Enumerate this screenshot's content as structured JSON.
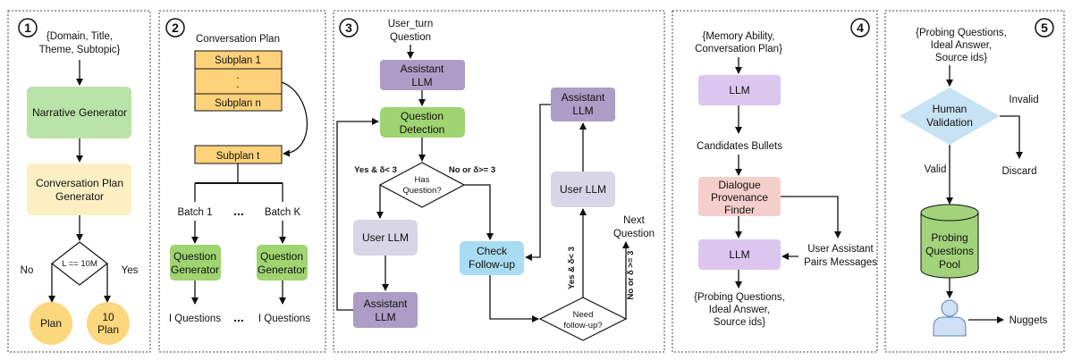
{
  "panels": [
    {
      "number": "1",
      "input_lines": [
        "{Domain, Title,",
        "Theme, Subtopic}"
      ],
      "narrative_generator": [
        "Narrative Generator"
      ],
      "conversation_plan_generator": [
        "Conversation Plan",
        "Generator"
      ],
      "decision": "L == 10M",
      "no_label": "No",
      "yes_label": "Yes",
      "plan": [
        "Plan"
      ],
      "plan10": [
        "10",
        "Plan"
      ]
    },
    {
      "number": "2",
      "title": "Conversation Plan",
      "subplan_1": "Subplan 1",
      "dots": ".",
      "subplan_n": "Subplan n",
      "subplan_t": "Subplan t",
      "batch_1": "Batch 1",
      "batch_dots": "...",
      "batch_k": "Batch K",
      "question_generator": [
        "Question",
        "Generator"
      ],
      "i_questions": "I Questions",
      "bottom_dots": "..."
    },
    {
      "number": "3",
      "input_lines": [
        "User_turn",
        "Question"
      ],
      "assistant_llm": [
        "Assistant",
        "LLM"
      ],
      "question_detection": [
        "Question",
        "Detection"
      ],
      "has_question": [
        "Has",
        "Question?"
      ],
      "yes_label": "Yes & δ< 3",
      "no_label": "No or δ>= 3",
      "user_llm": "User LLM",
      "check_followup": [
        "Check",
        "Follow-up"
      ],
      "need_followup": [
        "Need",
        "follow-up?"
      ],
      "next_question": [
        "Next",
        "Question"
      ],
      "right_yes_label": "Yes & δ< 3",
      "right_no_label": "No or δ >= 3"
    },
    {
      "number": "4",
      "input_lines": [
        "{Memory Ability,",
        "Conversation Plan}"
      ],
      "llm": "LLM",
      "candidates": "Candidates Bullets",
      "provenance": [
        "Dialogue",
        "Provenance",
        "Finder"
      ],
      "pairs": [
        "User Assistant",
        "Pairs Messages"
      ],
      "output_lines": [
        "{Probing Questions,",
        "Ideal Answer,",
        "Source ids}"
      ]
    },
    {
      "number": "5",
      "input_lines": [
        "{Probing Questions,",
        "Ideal Answer,",
        "Source ids}"
      ],
      "validation": [
        "Human",
        "Validation"
      ],
      "invalid": "Invalid",
      "valid": "Valid",
      "discard": "Discard",
      "pool": [
        "Probing",
        "Questions",
        "Pool"
      ],
      "nuggets": "Nuggets"
    }
  ],
  "colors": {
    "green": "#b9e3a8",
    "cream": "#fcefc4",
    "orange_circle": "#fbd77d",
    "yellow_box": "#fdd27a",
    "purple": "#ad9cc6",
    "bright_green": "#9fd471",
    "lavender": "#d8d5e6",
    "light_blue": "#a8dcf2",
    "light_purple": "#dcc6f0",
    "pink": "#f5cfcb",
    "light_blue_diamond": "#c6e2f3",
    "pool_green": "#a2d27a"
  }
}
